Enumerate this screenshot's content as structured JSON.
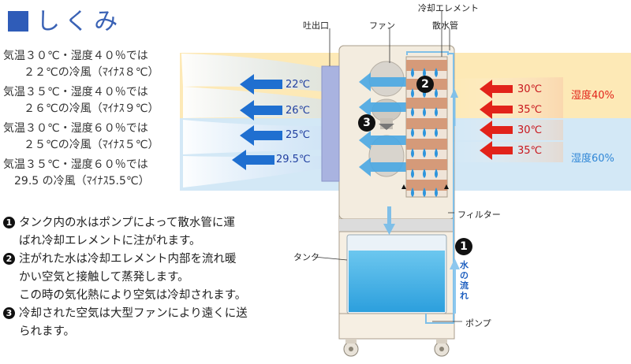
{
  "title": "しくみ",
  "labels": {
    "outlet": "吐出口",
    "fan": "ファン",
    "cooling_element": "冷却エレメント",
    "sprinkler_pipe": "散水管",
    "filter": "フィルター",
    "tank": "タンク",
    "pump": "ポンプ",
    "water_flow": "水の流れ"
  },
  "conditions": [
    {
      "line1": "気温３０℃・湿度４０％では",
      "line2": "２２℃の冷風（ﾏｲﾅｽ８℃）"
    },
    {
      "line1": "気温３５℃・湿度４０％では",
      "line2": "２６℃の冷風（ﾏｲﾅｽ９℃）"
    },
    {
      "line1": "気温３０℃・湿度６０％では",
      "line2": "２５℃の冷風（ﾏｲﾅｽ５℃）"
    },
    {
      "line1": "気温３５℃・湿度６０％では",
      "line2": "29.5 の冷風（ﾏｲﾅｽ5.5℃）"
    }
  ],
  "outlet_temps": [
    "22℃",
    "26℃",
    "25℃",
    "29.5℃"
  ],
  "inlet_temps": [
    "30℃",
    "35℃",
    "30℃",
    "35℃"
  ],
  "humidity": [
    {
      "label": "湿度40%",
      "color": "#e2231a"
    },
    {
      "label": "湿度60%",
      "color": "#2f86d6"
    }
  ],
  "badges": [
    "1",
    "2",
    "3"
  ],
  "steps": [
    {
      "num": "1",
      "line1": "タンク内の水はポンプによって散水管に運",
      "line2": "ばれ冷却エレメントに注がれます。"
    },
    {
      "num": "2",
      "line1": "注がれた水は冷却エレメント内部を流れ暖",
      "line2": "かい空気と接触して蒸発します。",
      "line3": "この時の気化熱により空気は冷却されます。"
    },
    {
      "num": "3",
      "line1": "冷却された空気は大型ファンにより遠くに送",
      "line2": "られます。"
    }
  ],
  "colors": {
    "title": "#3a62b5",
    "band_humidity40": "#fde9b6",
    "band_humidity60": "#d3e8f6",
    "element": "#d59a79",
    "tank_water": "#4fb5e8",
    "cold_arrow": "#1f6fd0",
    "hot_arrow": "#e2231a",
    "outlet_panel": "#a9b3e0"
  }
}
